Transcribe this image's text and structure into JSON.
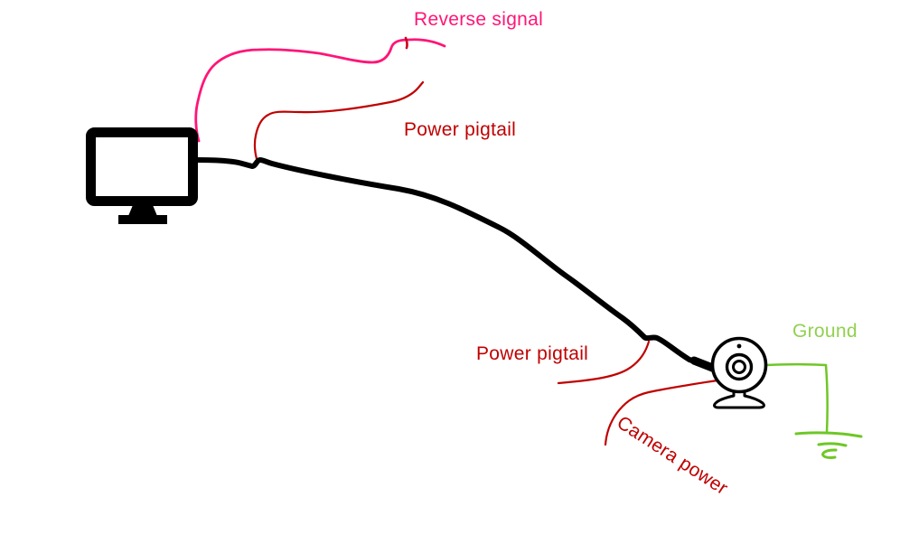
{
  "diagram": {
    "type": "wiring-diagram",
    "labels": {
      "reverse_signal": "Reverse signal",
      "power_pigtail_top": "Power pigtail",
      "power_pigtail_bottom": "Power pigtail",
      "ground": "Ground",
      "camera_power": "Camera power"
    },
    "colors": {
      "reverse_signal_wire": "#FF1577",
      "reverse_signal_text": "#FF1577",
      "power_wire": "#C00000",
      "power_text": "#C00000",
      "tick_mark": "#CC0022",
      "ground_wire": "#6EC726",
      "ground_text": "#92D050",
      "cable": "#000000",
      "icon_stroke": "#000000"
    },
    "icons": {
      "monitor": "monitor-icon",
      "camera": "webcam-icon",
      "ground_symbol": "earth-ground-icon"
    }
  }
}
